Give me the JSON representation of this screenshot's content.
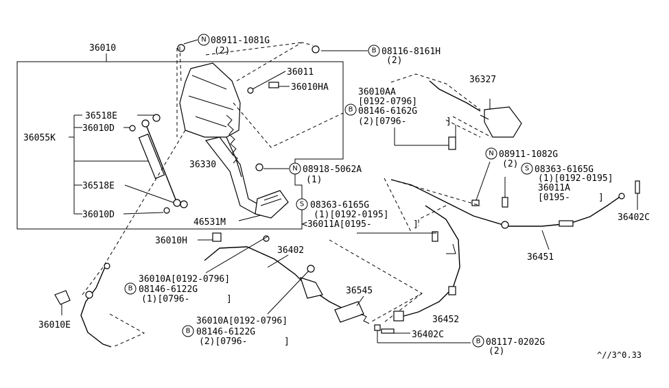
{
  "diagram": {
    "labels": {
      "p36010": "36010",
      "n08911_1081g": "08911-1081G",
      "n08911_1081g_qty": "(2)",
      "b08116_8161h": "08116-8161H",
      "b08116_8161h_qty": "(2)",
      "p36011": "36011",
      "p36010ha": "36010HA",
      "p36327": "36327",
      "p36010aa": "36010AA",
      "p36010aa_range": "[0192-0796]",
      "b08146_6162g": "08146-6162G",
      "b08146_6162g_qty": "(2)[0796-",
      "b08146_6162g_end": "]",
      "p36518e_top": "36518E",
      "p36010d_top": "36010D",
      "p36055k": "36055K",
      "p36518e_bot": "36518E",
      "p36010d_bot": "36010D",
      "p36330": "36330",
      "n08918_5062a": "08918-5062A",
      "n08918_5062a_qty": "(1)",
      "n08911_1082g": "08911-1082G",
      "n08911_1082g_qty": "(2)",
      "s08363_6165g_r": "08363-6165G",
      "s08363_6165g_r_qty": "(1)[0192-0195]",
      "p36011a_r": "36011A",
      "p36011a_r_range": "[0195-",
      "p36011a_r_end": "]",
      "s08363_6165g_c": "08363-6165G",
      "s08363_6165g_c_qty": "(1)[0192-0195]",
      "p36011a_c": "<36011A[0195-",
      "p36011a_c_end": "]",
      "p46531m": "46531M",
      "p36402c_r": "36402C",
      "p36451": "36451",
      "p36010h": "36010H",
      "p36402": "36402",
      "p36010a_1": "36010A[0192-0796]",
      "b08146_6122g_1": "08146-6122G",
      "b08146_6122g_1_qty": "(1)[0796-",
      "b08146_6122g_1_end": "]",
      "p36545": "36545",
      "p36452": "36452",
      "p36010a_2": "36010A[0192-0796]",
      "b08146_6122g_2": "08146-6122G",
      "b08146_6122g_2_qty": "(2)[0796-",
      "b08146_6122g_2_end": "]",
      "p36402c_b": "36402C",
      "b08117_0202g": "08117-0202G",
      "b08117_0202g_qty": "(2)",
      "p36010e": "36010E",
      "footer_code": "^//3^0.33"
    },
    "badges": {
      "nut": "N",
      "bolt": "B",
      "screw": "S"
    }
  }
}
